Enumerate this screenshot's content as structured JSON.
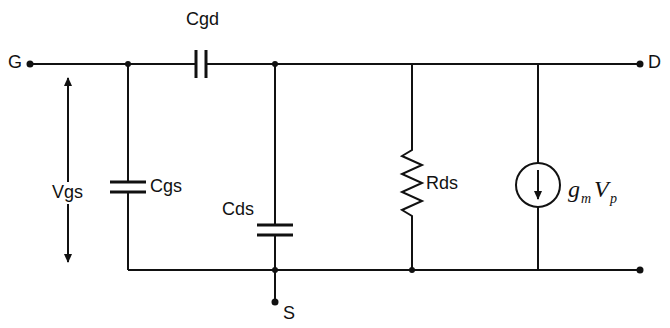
{
  "diagram": {
    "labels": [
      "G",
      "Cgd",
      "D",
      "Vgs",
      "Cgs",
      "Cds",
      "Rds",
      "g",
      "m",
      "V",
      "p",
      "S"
    ]
  }
}
